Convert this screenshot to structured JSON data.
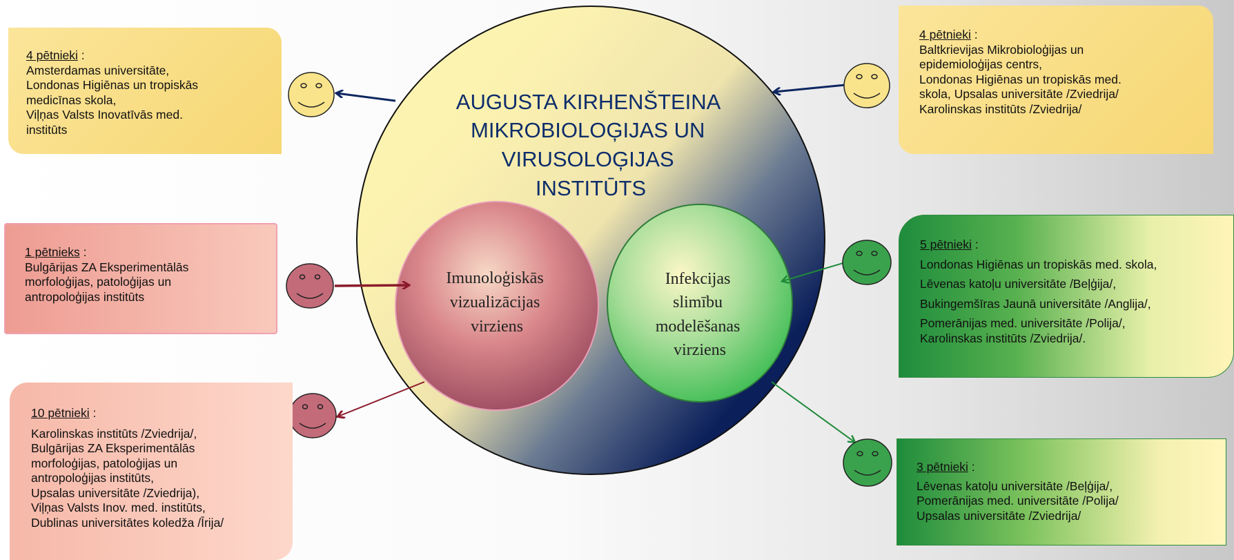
{
  "main_title": "AUGUSTA KIRHENŠTEINA MIKROBIOLOĢIJAS UN VIRUSOLOĢIJAS INSTITŪTS",
  "main_title_lines": [
    "AUGUSTA KIRHENŠTEINA",
    "MIKROBIOLOĢIJAS UN",
    "VIRUSOLOĢIJAS",
    "INSTITŪTS"
  ],
  "immuno": {
    "label": "Imunoloģiskās vizualizācijas virziens",
    "lines": [
      "Imunoloģiskās",
      "vizualizācijas",
      "virziens"
    ]
  },
  "infection": {
    "label": "Infekcijas slimību modelēšanas virziens",
    "lines": [
      "Infekcijas",
      "slimību",
      "modelēšanas",
      "virziens"
    ]
  },
  "boxes": {
    "top_left": {
      "heading": "4 pētnieki",
      "suffix": " :",
      "lines": [
        "Amsterdamas  universitāte,",
        "Londonas Higiēnas un tropiskās",
        "medicīnas skola,",
        "Viļņas Valsts Inovatīvās med.",
        "institūts"
      ]
    },
    "top_right": {
      "heading": "4 pētnieki",
      "suffix": " :",
      "lines": [
        "Baltkrievijas Mikrobioloģijas un",
        "epidemioloģijas centrs,",
        "Londonas Higiēnas un tropiskās med.",
        "skola,  Upsalas universitāte /Zviedrija/",
        "Karolinskas institūts /Zviedrija/"
      ]
    },
    "mid_left": {
      "heading": "1 pētnieks",
      "suffix": " :",
      "lines": [
        "Bulgārijas ZA Eksperimentālās",
        "morfoloģijas, patoloģijas un",
        "antropoloģijas institūts"
      ]
    },
    "mid_right": {
      "heading": "5 pētnieki",
      "suffix": " :",
      "lines": [
        "Londonas Higiēnas un tropiskās med. skola,",
        "Lēvenas katoļu universitāte   /Beļģija/,",
        "Bukingemšīras Jaunā universitāte  /Anglija/,",
        "Pomerānijas med. universitāte   /Polija/,",
        "Karolinskas institūts /Zviedrija/."
      ]
    },
    "bottom_left": {
      "heading": "10 pētnieki",
      "suffix": " :",
      "lines": [
        "Karolinskas institūts /Zviedrija/,",
        "Bulgārijas ZA Eksperimentālās",
        "morfoloģijas, patoloģijas un",
        "antropoloģijas institūts,",
        "Upsalas universitāte /Zviedrija),",
        "Viļņas Valsts Inov. med. institūts,",
        "Dublinas universitātes koledža /Īrija/"
      ]
    },
    "bottom_right": {
      "heading": "3 pētnieki",
      "suffix": " :",
      "lines": [
        "Lēvenas katoļu universitāte  /Beļģija/,",
        "Pomerānijas med. universitāte  /Polija/",
        "Upsalas universitāte  /Zviedrija/"
      ]
    }
  },
  "colors": {
    "title_text": "#0d2d6b",
    "navy_arrow": "#0d2660",
    "red_arrow": "#8b1a2a",
    "green_arrow": "#1f8a3a",
    "smiley_yellow": "#f9e48b",
    "smiley_pink": "#c46b7a",
    "smiley_green": "#3aa24c"
  }
}
